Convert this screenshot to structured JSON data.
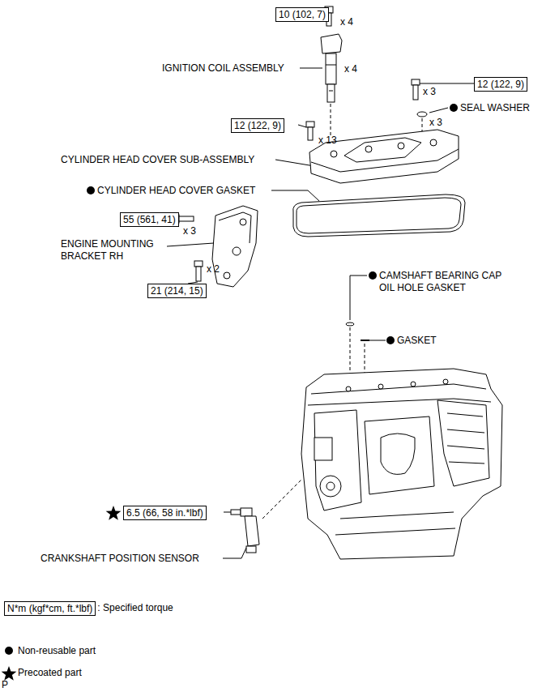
{
  "diagram": {
    "nodes": [
      {
        "text": [
          "10 (102, 7)"
        ]
      },
      {
        "text": [
          "12 (122, 9)"
        ]
      },
      {
        "text": [
          "12 (122, 9)"
        ]
      },
      {
        "text": [
          "55 (561, 41)"
        ]
      },
      {
        "text": [
          "21 (214, 15)"
        ]
      },
      {
        "text": [
          "6.5 (66, 58 in.*lbf)"
        ]
      },
      {
        "text": [
          "N*m (kgf*cm, ft.*lbf)"
        ]
      }
    ],
    "labels": [
      "x 4",
      "IGNITION COIL ASSEMBLY",
      "x 4",
      "x 3",
      "SEAL WASHER",
      "x 3",
      "x 13",
      "CYLINDER HEAD COVER SUB-ASSEMBLY",
      "CYLINDER HEAD COVER GASKET",
      "x 3",
      "ENGINE MOUNTING BRACKET RH",
      "x 2",
      "CAMSHAFT BEARING CAP OIL HOLE GASKET",
      "GASKET",
      "CRANKSHAFT POSITION SENSOR",
      "P"
    ],
    "legend": [
      {
        "text": ": Specified torque"
      },
      {
        "text": "Non-reusable part"
      },
      {
        "text": "Precoated part"
      }
    ]
  }
}
